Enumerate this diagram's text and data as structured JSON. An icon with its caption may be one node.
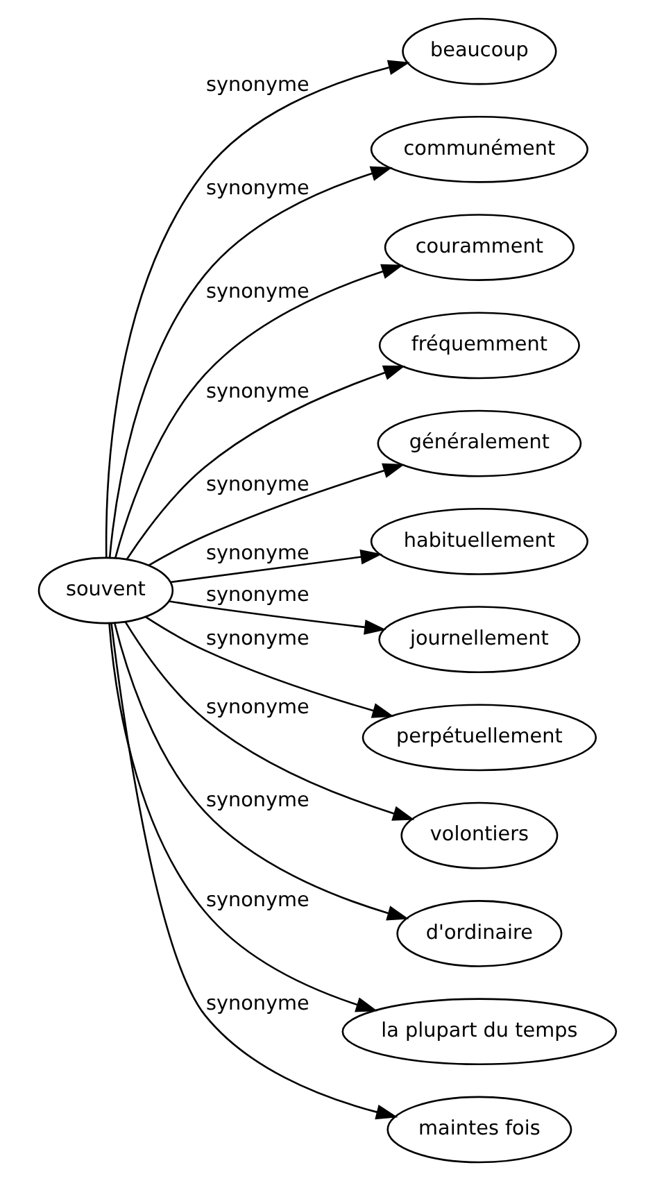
{
  "diagram": {
    "nodes": [
      {
        "text": [
          "souvent"
        ]
      },
      {
        "text": [
          "beaucoup"
        ]
      },
      {
        "text": [
          "communément"
        ]
      },
      {
        "text": [
          "couramment"
        ]
      },
      {
        "text": [
          "fréquemment"
        ]
      },
      {
        "text": [
          "généralement"
        ]
      },
      {
        "text": [
          "habituellement"
        ]
      },
      {
        "text": [
          "journellement"
        ]
      },
      {
        "text": [
          "perpétuellement"
        ]
      },
      {
        "text": [
          "volontiers"
        ]
      },
      {
        "text": [
          "d'ordinaire"
        ]
      },
      {
        "text": [
          "la plupart du temps"
        ]
      },
      {
        "text": [
          "maintes fois"
        ]
      }
    ],
    "edges": [
      {
        "from": 0,
        "to": 1,
        "arrow": "to",
        "label": "synonyme"
      },
      {
        "from": 0,
        "to": 2,
        "arrow": "to",
        "label": "synonyme"
      },
      {
        "from": 0,
        "to": 3,
        "arrow": "to",
        "label": "synonyme"
      },
      {
        "from": 0,
        "to": 4,
        "arrow": "to",
        "label": "synonyme"
      },
      {
        "from": 0,
        "to": 5,
        "arrow": "to",
        "label": "synonyme"
      },
      {
        "from": 0,
        "to": 6,
        "arrow": "to",
        "label": "synonyme"
      },
      {
        "from": 0,
        "to": 7,
        "arrow": "to",
        "label": "synonyme"
      },
      {
        "from": 0,
        "to": 8,
        "arrow": "to",
        "label": "synonyme"
      },
      {
        "from": 0,
        "to": 9,
        "arrow": "to",
        "label": "synonyme"
      },
      {
        "from": 0,
        "to": 10,
        "arrow": "to",
        "label": "synonyme"
      },
      {
        "from": 0,
        "to": 11,
        "arrow": "to",
        "label": "synonyme"
      },
      {
        "from": 0,
        "to": 12,
        "arrow": "to",
        "label": "synonyme"
      }
    ]
  }
}
